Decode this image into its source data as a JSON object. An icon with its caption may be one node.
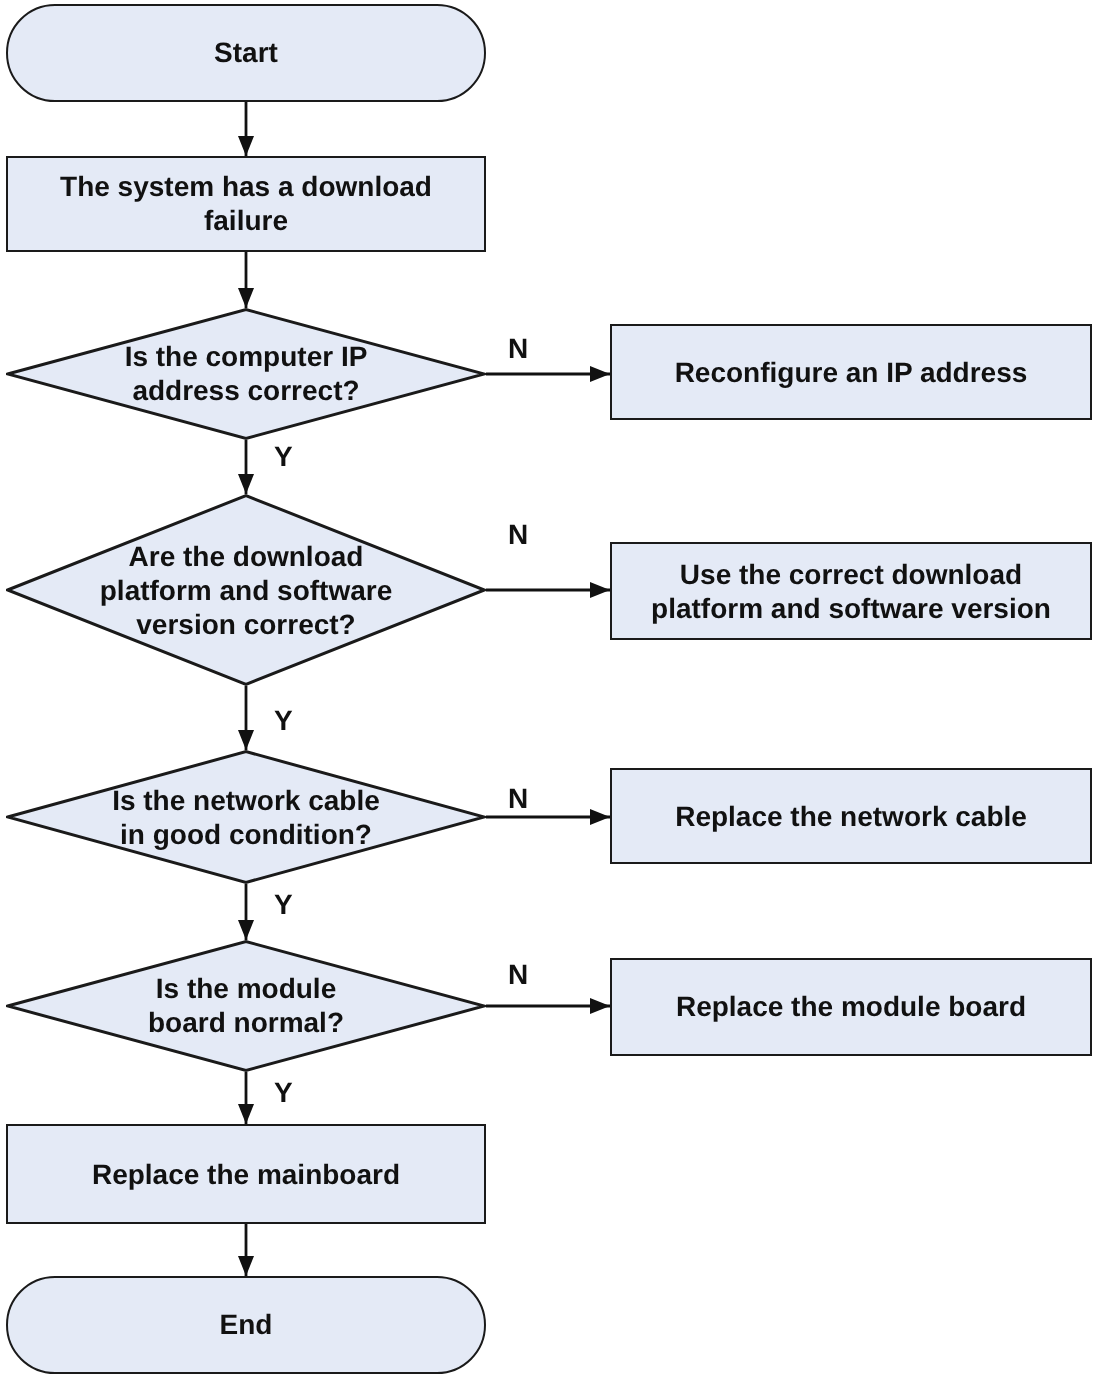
{
  "diagram": {
    "nodes": [
      {
        "text": [
          "Start"
        ]
      },
      {
        "text": [
          "The system has a download failure"
        ]
      },
      {
        "text": [
          "Is the computer IP address correct?"
        ]
      },
      {
        "text": [
          "Reconfigure an IP address"
        ]
      },
      {
        "text": [
          "Are the download platform and software version correct?"
        ]
      },
      {
        "text": [
          "Use the correct download platform and software version"
        ]
      },
      {
        "text": [
          "Is the network cable in good condition?"
        ]
      },
      {
        "text": [
          "Replace the network cable"
        ]
      },
      {
        "text": [
          "Is the module board normal?"
        ]
      },
      {
        "text": [
          "Replace the module board"
        ]
      },
      {
        "text": [
          "Replace the mainboard"
        ]
      },
      {
        "text": [
          "End"
        ]
      }
    ],
    "edges": [
      {
        "from": 0,
        "to": 1,
        "arrow": "to"
      },
      {
        "from": 1,
        "to": 2,
        "arrow": "to"
      },
      {
        "from": 2,
        "to": 3,
        "arrow": "to",
        "label": "N"
      },
      {
        "from": 2,
        "to": 4,
        "arrow": "to",
        "label": "Y"
      },
      {
        "from": 4,
        "to": 5,
        "arrow": "to",
        "label": "N"
      },
      {
        "from": 4,
        "to": 6,
        "arrow": "to",
        "label": "Y"
      },
      {
        "from": 6,
        "to": 7,
        "arrow": "to",
        "label": "N"
      },
      {
        "from": 6,
        "to": 8,
        "arrow": "to",
        "label": "Y"
      },
      {
        "from": 8,
        "to": 9,
        "arrow": "to",
        "label": "N"
      },
      {
        "from": 8,
        "to": 10,
        "arrow": "to",
        "label": "Y"
      },
      {
        "from": 10,
        "to": 11,
        "arrow": "to"
      }
    ]
  }
}
